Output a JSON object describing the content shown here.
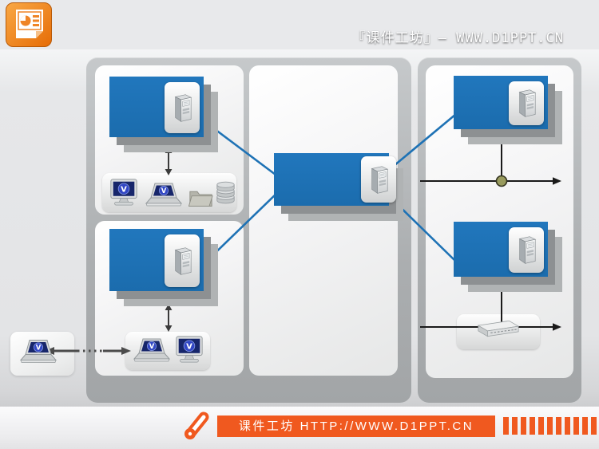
{
  "header": {
    "title": "『课件工坊』— WWW.D1PPT.CN",
    "logo_icon": "powerpoint-icon"
  },
  "footer": {
    "brand_icon": "link-clip-icon",
    "site_label": "课件工坊 HTTP://WWW.D1PPT.CN",
    "decor_bar_count": 11
  },
  "colors": {
    "accent_blue": "#1e72b5",
    "accent_orange": "#f0591f",
    "junction_olive": "#999b5e",
    "connector_black": "#1a1a1a",
    "container_gray": "#b2b5b7"
  },
  "diagram": {
    "nodes": [
      {
        "id": "server-top-left",
        "icon": "server-tower-icon"
      },
      {
        "id": "server-bottom-left",
        "icon": "server-tower-icon"
      },
      {
        "id": "server-center",
        "icon": "server-tower-icon"
      },
      {
        "id": "server-top-right",
        "icon": "server-tower-icon"
      },
      {
        "id": "server-bottom-right",
        "icon": "server-tower-icon"
      },
      {
        "id": "client-group-top-left",
        "icons": [
          "desktop-monitor-icon",
          "laptop-icon",
          "folder-icon",
          "database-icon"
        ]
      },
      {
        "id": "client-group-bottom-left",
        "icons": [
          "laptop-icon",
          "desktop-monitor-icon"
        ]
      },
      {
        "id": "external-laptop",
        "icon": "laptop-icon"
      },
      {
        "id": "network-switch",
        "icon": "switch-icon"
      },
      {
        "id": "bus-junction",
        "icon": "junction-dot"
      }
    ],
    "links": [
      {
        "from": "server-center",
        "to": "server-top-left",
        "style": "blue-line"
      },
      {
        "from": "server-center",
        "to": "server-bottom-left",
        "style": "blue-line"
      },
      {
        "from": "server-center",
        "to": "server-top-right",
        "style": "blue-line"
      },
      {
        "from": "server-center",
        "to": "server-bottom-right",
        "style": "blue-line"
      },
      {
        "from": "server-top-left",
        "to": "client-group-top-left",
        "style": "double-arrow"
      },
      {
        "from": "server-bottom-left",
        "to": "client-group-bottom-left",
        "style": "double-arrow"
      },
      {
        "from": "external-laptop",
        "to": "client-group-bottom-left",
        "style": "dashed-double-arrow"
      },
      {
        "from": "server-top-right",
        "to": "bus-junction",
        "style": "bus"
      },
      {
        "from": "server-bottom-right",
        "to": "network-switch",
        "style": "bus"
      }
    ]
  }
}
